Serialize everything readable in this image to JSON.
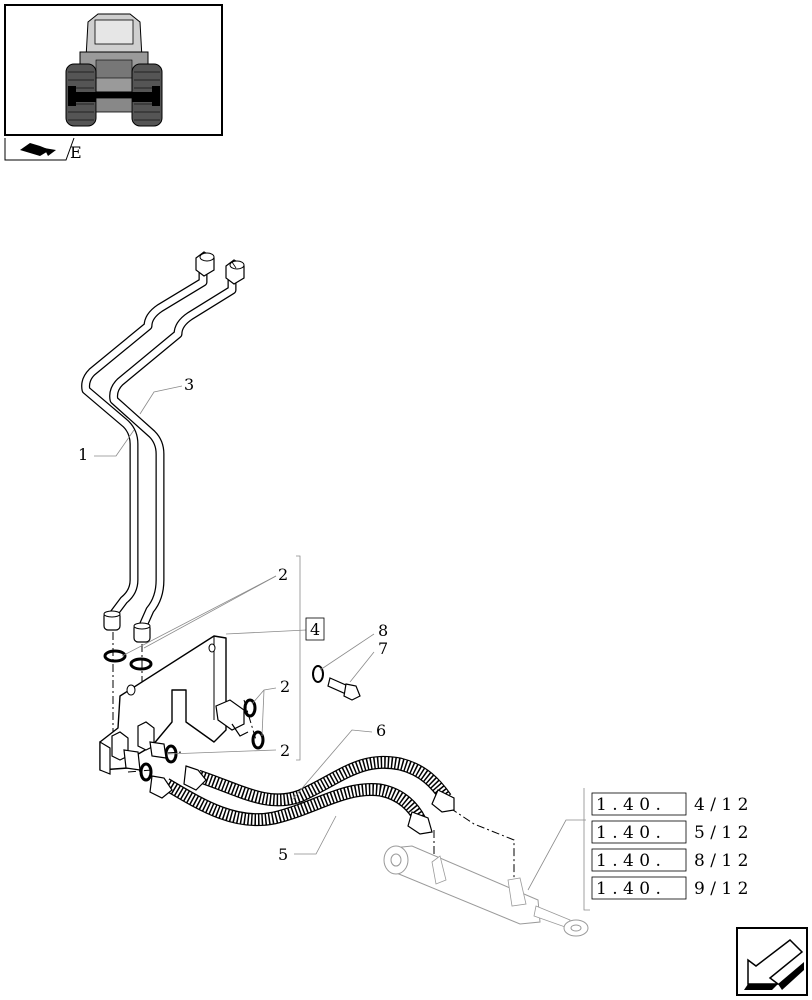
{
  "thumbnail": {
    "icon": "tractor-rear-view-icon",
    "corner_icon": "book-pointer-icon",
    "corner_tag": "E"
  },
  "callouts": {
    "c1": "1",
    "c2a": "2",
    "c2b": "2",
    "c2c": "2",
    "c3": "3",
    "c4": "4",
    "c5": "5",
    "c6": "6",
    "c7": "7",
    "c8": "8"
  },
  "references": [
    {
      "prefix": "1 . 4 0 .",
      "suffix": "4 / 1 2"
    },
    {
      "prefix": "1 . 4 0 .",
      "suffix": "5 / 1 2"
    },
    {
      "prefix": "1 . 4 0 .",
      "suffix": "8 / 1 2"
    },
    {
      "prefix": "1 . 4 0 .",
      "suffix": "9 / 1 2"
    }
  ],
  "nav": {
    "next_icon": "next-page-arrow-icon"
  }
}
